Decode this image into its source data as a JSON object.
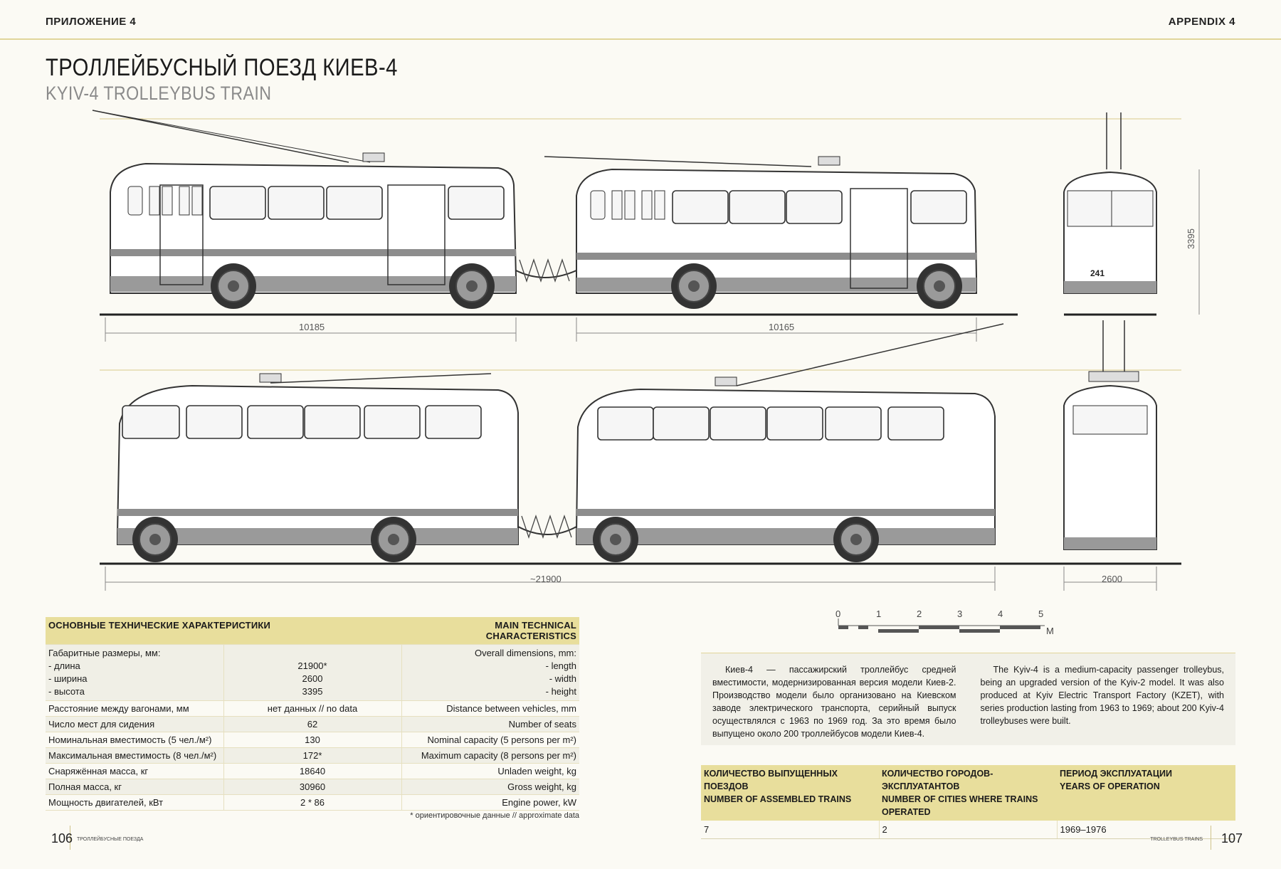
{
  "header": {
    "left": "ПРИЛОЖЕНИЕ 4",
    "right": "APPENDIX 4"
  },
  "title": {
    "ru": "ТРОЛЛЕЙБУСНЫЙ ПОЕЗД КИЕВ-4",
    "en": "KYIV-4 TROLLEYBUS TRAIN"
  },
  "drawing": {
    "dim_car1": "10185",
    "dim_car2": "10165",
    "dim_height": "3395",
    "dim_total": "~21900",
    "dim_width": "2600",
    "fleet_number": "241"
  },
  "scale": {
    "ticks": [
      "0",
      "1",
      "2",
      "3",
      "4",
      "5"
    ],
    "unit": "M"
  },
  "spec_table": {
    "header_ru": "ОСНОВНЫЕ ТЕХНИЧЕСКИЕ ХАРАКТЕРИСТИКИ",
    "header_en": "MAIN TECHNICAL CHARACTERISTICS",
    "dims": {
      "ru_title": "Габаритные размеры, мм:",
      "ru_length": "- длина",
      "ru_width": "- ширина",
      "ru_height": "- высота",
      "v_length": "21900*",
      "v_width": "2600",
      "v_height": "3395",
      "en_title": "Overall dimensions, mm:",
      "en_length": "- length",
      "en_width": "- width",
      "en_height": "- height"
    },
    "rows": [
      {
        "ru": "Расстояние между вагонами, мм",
        "value": "нет данных  //  no data",
        "en": "Distance between vehicles, mm"
      },
      {
        "ru": "Число мест для сидения",
        "value": "62",
        "en": "Number of seats"
      },
      {
        "ru": "Номинальная вместимость (5 чел./м²)",
        "value": "130",
        "en": "Nominal capacity (5 persons per m²)"
      },
      {
        "ru": "Максимальная вместимость (8 чел./м²)",
        "value": "172*",
        "en": "Maximum capacity (8 persons per m²)"
      },
      {
        "ru": "Снаряжённая масса, кг",
        "value": "18640",
        "en": "Unladen weight, kg"
      },
      {
        "ru": "Полная масса, кг",
        "value": "30960",
        "en": "Gross weight, kg"
      },
      {
        "ru": "Мощность двигателей, кВт",
        "value": "2 * 86",
        "en": "Engine power, kW"
      }
    ],
    "footnote": "* ориентировочные данные  //  approximate data"
  },
  "description": {
    "ru": "Киев-4 — пассажирский троллейбус средней вместимости, модернизированная версия модели Киев-2. Производство модели было организовано на Киевском заводе электрического транспорта, серийный выпуск осуществлялся с 1963 по 1969 год. За это время было выпущено около 200 троллейбусов модели Киев-4.",
    "en": "The Kyiv-4 is a medium-capacity passenger trolleybus, being an upgraded version of the Kyiv-2 model. It was also produced at Kyiv Electric Transport Factory (KZET), with series production lasting from 1963 to 1969; about 200 Kyiv-4 trolleybuses were built."
  },
  "production_table": {
    "col1_ru": "КОЛИЧЕСТВО ВЫПУЩЕННЫХ ПОЕЗДОВ",
    "col1_en": "NUMBER OF ASSEMBLED TRAINS",
    "col2_ru": "КОЛИЧЕСТВО ГОРОДОВ-ЭКСПЛУАТАНТОВ",
    "col2_en": "NUMBER OF CITIES WHERE TRAINS OPERATED",
    "col3_ru": "ПЕРИОД ЭКСПЛУАТАЦИИ",
    "col3_en": "YEARS OF OPERATION",
    "v1": "7",
    "v2": "2",
    "v3": "1969–1976"
  },
  "footer": {
    "page_left": "106",
    "label_left": "ТРОЛЛЕЙБУСНЫЕ ПОЕЗДА",
    "page_right": "107",
    "label_right": "TROLLEYBUS TRAINS"
  }
}
